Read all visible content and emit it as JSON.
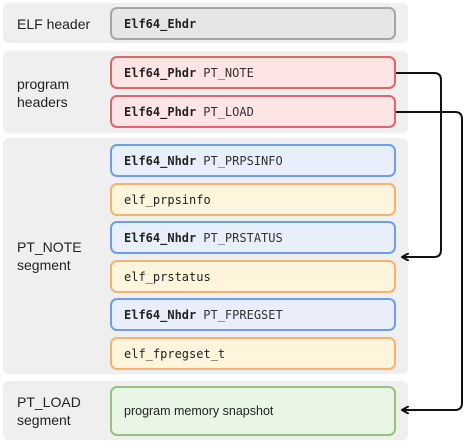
{
  "sections": {
    "elf_header": {
      "label": "ELF header"
    },
    "program_headers": {
      "label": "program\nheaders"
    },
    "pt_note_segment": {
      "label": "PT_NOTE\nsegment"
    },
    "pt_load_segment": {
      "label": "PT_LOAD\nsegment"
    }
  },
  "boxes": {
    "ehdr": {
      "struct": "Elf64_Ehdr"
    },
    "phdr_note": {
      "struct": "Elf64_Phdr",
      "tag": "PT_NOTE"
    },
    "phdr_load": {
      "struct": "Elf64_Phdr",
      "tag": "PT_LOAD"
    },
    "nhdr_prpsinfo": {
      "struct": "Elf64_Nhdr",
      "tag": "PT_PRPSINFO"
    },
    "prpsinfo": {
      "text": "elf_prpsinfo"
    },
    "nhdr_prstatus": {
      "struct": "Elf64_Nhdr",
      "tag": "PT_PRSTATUS"
    },
    "prstatus": {
      "text": "elf_prstatus"
    },
    "nhdr_fpregset": {
      "struct": "Elf64_Nhdr",
      "tag": "PT_FPREGSET"
    },
    "fpregset": {
      "text": "elf_fpregset_t"
    },
    "memory": {
      "text": "program memory snapshot"
    }
  },
  "colors": {
    "gray_fill": "#e6e6e6",
    "gray_border": "#a6a6a6",
    "red_fill": "#fde5e5",
    "red_border": "#e06666",
    "blue_fill": "#e8effb",
    "blue_border": "#6d9eeb",
    "yellow_fill": "#fff5dc",
    "yellow_border": "#f6b26b",
    "green_fill": "#e9f6e5",
    "green_border": "#93c47d",
    "arrow": "#111111"
  }
}
